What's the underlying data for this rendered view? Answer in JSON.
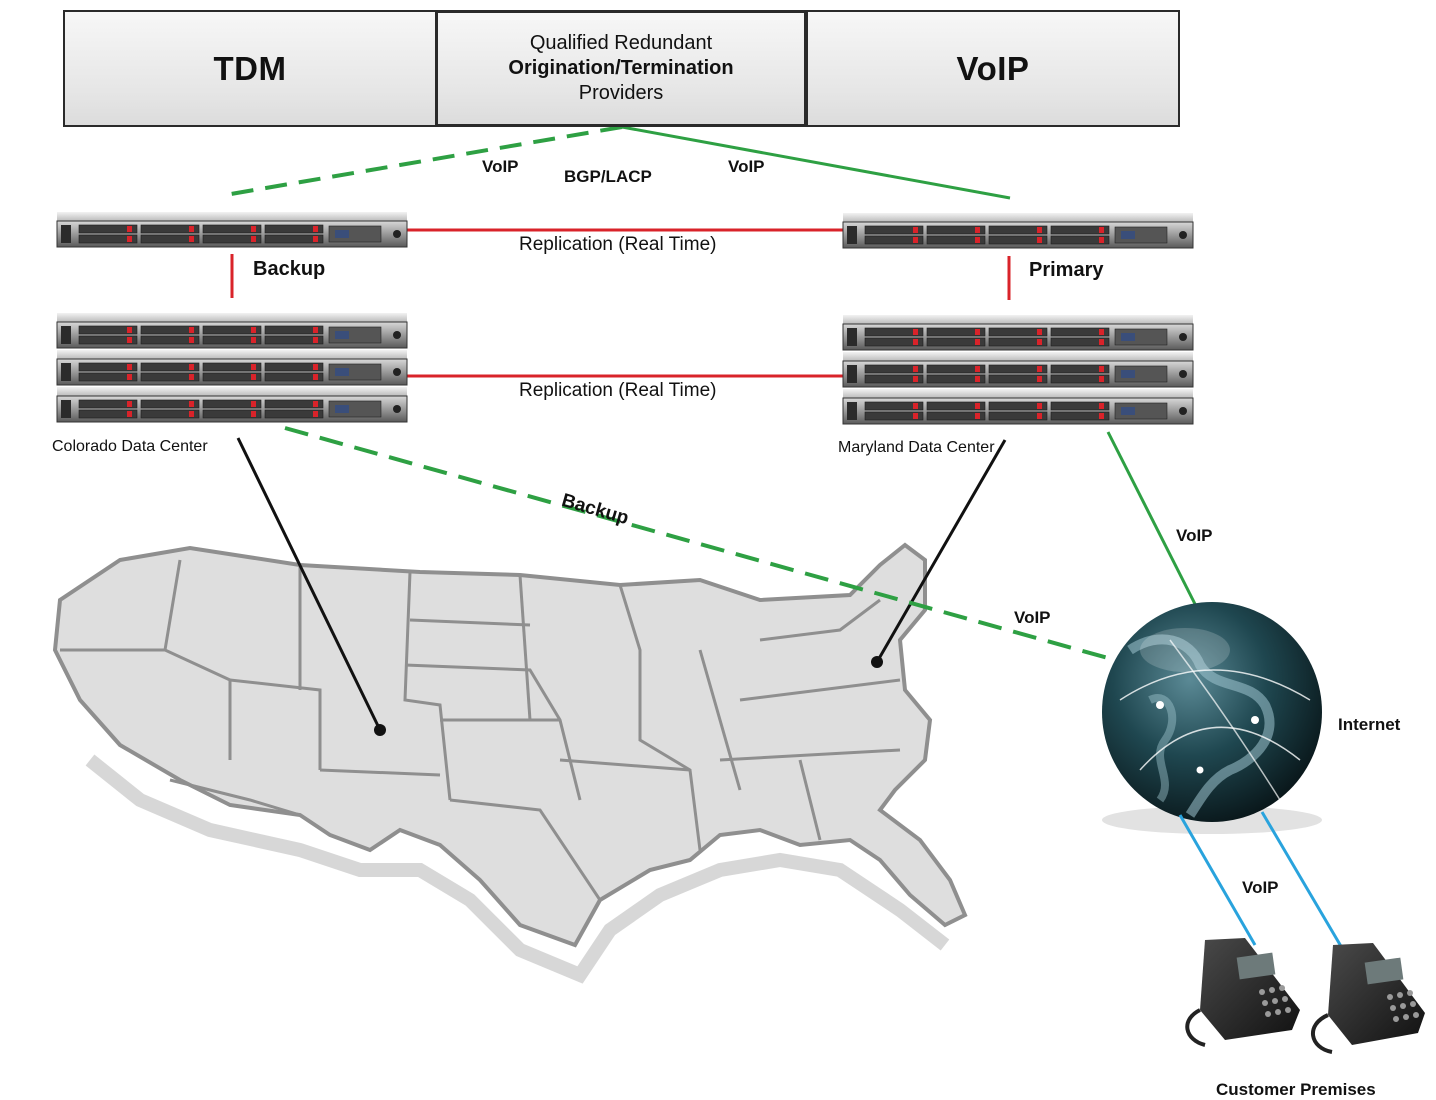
{
  "providers": {
    "tdm": "TDM",
    "middle": {
      "line1": "Qualified Redundant",
      "line2": "Origination/Termination",
      "line3": "Providers"
    },
    "voip": "VoIP"
  },
  "links": {
    "voip_left": "VoIP",
    "bgp": "BGP/LACP",
    "voip_right": "VoIP",
    "replication_top": "Replication (Real Time)",
    "replication_bottom": "Replication (Real Time)",
    "backup_wan": "Backup",
    "voip_internet_upper": "VoIP",
    "voip_internet_lower": "VoIP",
    "voip_phones": "VoIP"
  },
  "sites": {
    "backup_server": "Backup",
    "primary_server": "Primary",
    "colorado": "Colorado Data Center",
    "maryland": "Maryland Data Center",
    "internet": "Internet",
    "customer": "Customer Premises"
  },
  "colors": {
    "green_link": "#2ea043",
    "red_link": "#d9232a",
    "blue_link": "#29a3dd",
    "map_fill": "#dcdcdc",
    "map_border": "#8a8a8a"
  }
}
